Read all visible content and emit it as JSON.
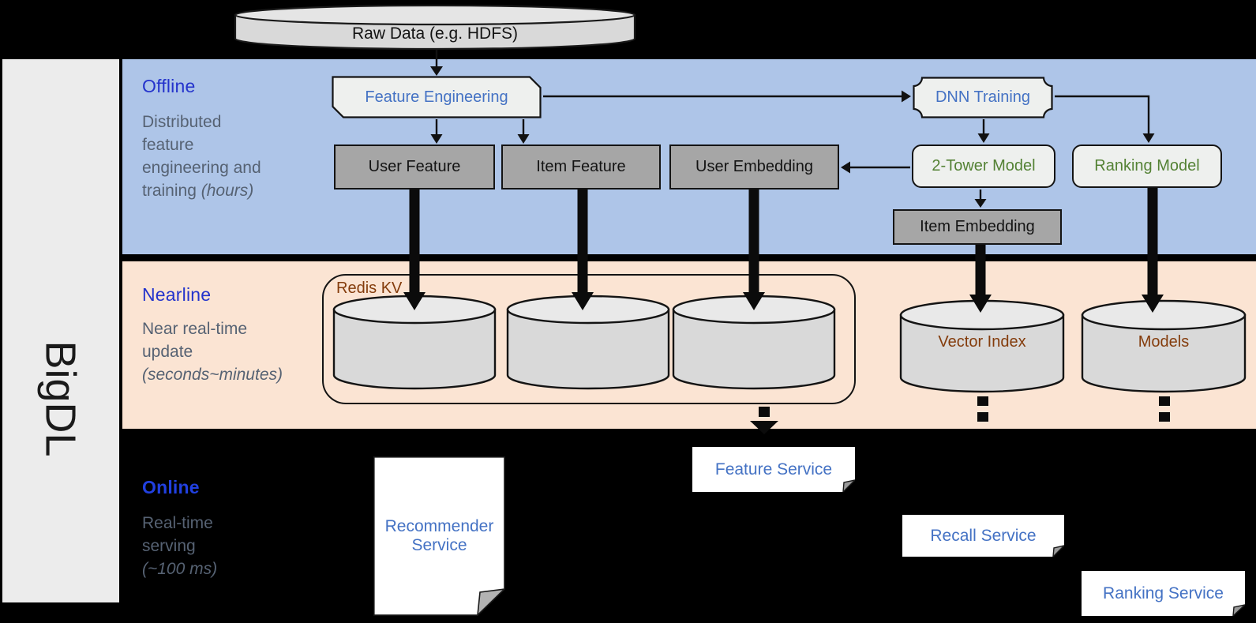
{
  "brand": "BigDL",
  "raw_data_label": "Raw Data (e.g. HDFS)",
  "sections": {
    "offline": {
      "title": "Offline",
      "desc": "Distributed feature engineering and training",
      "note": "(hours)"
    },
    "nearline": {
      "title": "Nearline",
      "desc": "Near real-time update",
      "note": "(seconds~minutes)"
    },
    "online": {
      "title": "Online",
      "desc": "Real-time serving",
      "note": "(~100 ms)"
    }
  },
  "nodes": {
    "feature_engineering": "Feature Engineering",
    "dnn_training": "DNN Training",
    "user_feature": "User Feature",
    "item_feature": "Item Feature",
    "user_embedding": "User Embedding",
    "two_tower_model": "2-Tower Model",
    "ranking_model": "Ranking Model",
    "item_embedding": "Item Embedding",
    "redis_kv": "Redis KV",
    "vector_index": "Vector Index",
    "models": "Models",
    "recommender_service": "Recommender Service",
    "feature_service": "Feature Service",
    "recall_service": "Recall Service",
    "ranking_service": "Ranking Service"
  },
  "colors": {
    "offline_band": "#aec5e8",
    "nearline_band": "#fbe4d3",
    "online_band": "#000000",
    "sidebar": "#ececec",
    "node_fill_light": "#eef0ee",
    "node_fill_gray": "#a6a6a6",
    "cylinder_fill": "#d9d9d9",
    "accent_blue": "#4472c4",
    "accent_green": "#548235",
    "accent_brown": "#843c0c",
    "section_title_blue": "#2433cc",
    "online_title_blue": "#2140e0",
    "desc_gray": "#566273",
    "arrow_black": "#111111"
  }
}
